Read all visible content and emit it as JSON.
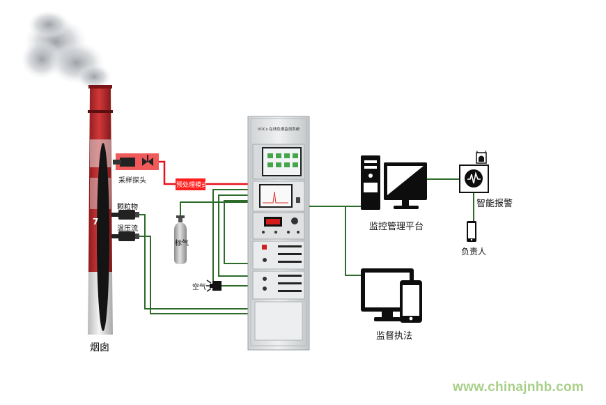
{
  "cabinet": {
    "title": "VOCs 在线色谱监测系统"
  },
  "labels": {
    "sampling_probe": "采样探头",
    "particulate": "颗粒物",
    "temp_pressure_flow": "温压流",
    "pretreatment_module": "预处理模式",
    "standard_gas": "标气",
    "air": "空气",
    "chimney": "烟囱",
    "monitoring_platform": "监控管理平台",
    "smart_alarm": "智能报警",
    "responsible_person": "负责人",
    "enforcement": "监督执法"
  },
  "watermark": "www.chinajnhb.com",
  "colors": {
    "red_line": "#e8101a",
    "green_line": "#2d6b2a",
    "chimney_red": "#b8292c",
    "module_red": "#ff1f1f",
    "watermark_green": "#a9d089"
  }
}
